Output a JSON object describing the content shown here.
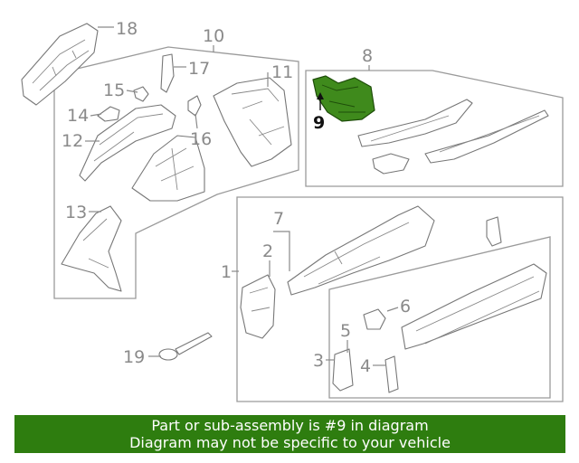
{
  "diagram": {
    "callouts": {
      "c1": "1",
      "c2": "2",
      "c3": "3",
      "c4": "4",
      "c5": "5",
      "c6": "6",
      "c7": "7",
      "c8": "8",
      "c9": "9",
      "c10": "10",
      "c11": "11",
      "c12": "12",
      "c13": "13",
      "c14": "14",
      "c15": "15",
      "c16": "16",
      "c17": "17",
      "c18": "18",
      "c19": "19"
    },
    "highlight_part": "9",
    "highlight_color": "#3f8a1c"
  },
  "banner": {
    "line1": "Part or sub-assembly is #9 in diagram",
    "line2": "Diagram may not be specific to your vehicle",
    "background": "#2e7d0f"
  }
}
